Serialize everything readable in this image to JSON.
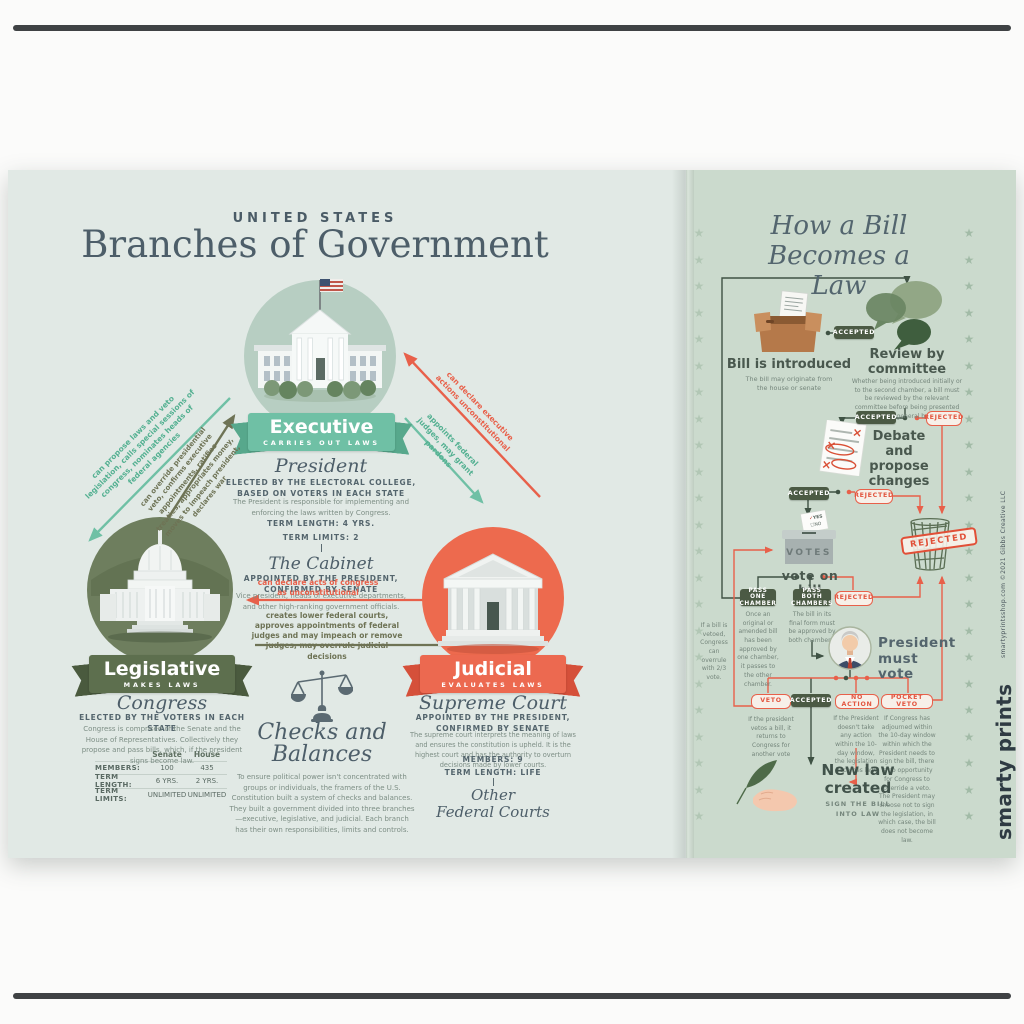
{
  "colors": {
    "teal": "#6fc0a5",
    "olive_green": "#5d6f4e",
    "orange_red": "#ec6950",
    "forest_pill": "#4b5a44",
    "ink": "#4d5e69",
    "red_line": "#e8604a",
    "left_panel_bg": "#e1e9e5",
    "right_panel_bg": "#cbdacd"
  },
  "left": {
    "kicker": "UNITED STATES",
    "title": "Branches of Government",
    "executive": {
      "name": "Executive",
      "tagline": "CARRIES OUT LAWS",
      "head_title": "President",
      "head_elected": "ELECTED BY THE ELECTORAL COLLEGE, BASED ON VOTERS IN EACH STATE",
      "head_desc": "The President is responsible for implementing and enforcing the laws written by Congress.",
      "term_length": "TERM LENGTH: 4 YRS.",
      "term_limits": "TERM LIMITS: 2",
      "cabinet_title": "The Cabinet",
      "cabinet_appointed": "APPOINTED BY THE PRESIDENT, CONFIRMED BY SENATE",
      "cabinet_desc": "Vice president, heads of executive departments, and other high-ranking government officials."
    },
    "legislative": {
      "name": "Legislative",
      "tagline": "MAKES LAWS",
      "head_title": "Congress",
      "head_elected": "ELECTED BY THE VOTERS IN EACH STATE",
      "head_desc": "Congress is comprised of the Senate and the House of Representatives. Collectively they propose and pass bills, which, if the president signs become law.",
      "table": {
        "col1": "Senate",
        "col2": "House",
        "rows": [
          {
            "label": "MEMBERS:",
            "senate": "100",
            "house": "435"
          },
          {
            "label": "TERM LENGTH:",
            "senate": "6 YRS.",
            "house": "2 YRS."
          },
          {
            "label": "TERM LIMITS:",
            "senate": "UNLIMITED",
            "house": "UNLIMITED"
          }
        ]
      }
    },
    "judicial": {
      "name": "Judicial",
      "tagline": "EVALUATES LAWS",
      "head_title": "Supreme Court",
      "head_appointed": "APPOINTED BY THE PRESIDENT, CONFIRMED BY SENATE",
      "head_desc": "The supreme court interprets the meaning of laws and ensures the constitution is upheld. It is the highest court and has the authority to overturn decisions made by lower courts.",
      "members": "MEMBERS: 9",
      "term_length": "TERM LENGTH: LIFE",
      "other_line1": "Other",
      "other_line2": "Federal Courts"
    },
    "checks": {
      "title_line1": "Checks and",
      "title_line2": "Balances",
      "desc": "To ensure political power isn't concentrated with groups or individuals, the framers of the U.S. Constitution built a system of checks and balances. They built a government divided into three branches—executive, legislative, and judicial. Each branch has their own responsibilities, limits and controls."
    },
    "arrows": {
      "exec_to_leg": "can propose laws and veto legislation, calls special sessions of congress, nominates heads of federal agencies",
      "leg_to_exec": "can override presidential veto, confirms executive appointments, ratifies treaties, appropriates money, moves to impeach president, declares war",
      "jud_to_exec": "can declare executive actions unconstitutional",
      "exec_to_jud": "appoints federal judges, may grant pardons",
      "jud_to_leg": "can declare acts of congress as unconstitutional",
      "leg_to_jud": "creates lower federal courts, approves appointments of federal judges and may impeach or remove judges, may overrule judicial decisions"
    }
  },
  "right": {
    "title_line1": "How a Bill",
    "title_line2": "Becomes a Law",
    "pills": {
      "accepted": "ACCEPTED",
      "rejected": "REJECTED"
    },
    "steps": {
      "introduced": {
        "title": "Bill is introduced",
        "desc": "The bill may originate from the house or senate"
      },
      "review": {
        "title": "Review by committee",
        "desc": "Whether being introduced initially or to the second chamber, a bill must be reviewed by the relevant committee before being presented to the general body."
      },
      "debate": {
        "title": "Debate and propose changes"
      },
      "vote": {
        "title": "vote on bill",
        "box_label": "VOTES",
        "ballot_yes": "YES",
        "ballot_no": "NO"
      },
      "pass_one": {
        "label": "PASS ONE CHAMBER",
        "desc": "Once an original or amended bill has been approved by one chamber, it passes to the other chamber."
      },
      "pass_both": {
        "label": "PASS BOTH CHAMBERS",
        "desc": "The bill in its final form must be approved by both chambers."
      },
      "president": {
        "title": "President must vote"
      },
      "overrule_note": "If a bill is vetoed, Congress can overrule with 2/3 vote.",
      "veto": {
        "label": "VETO",
        "desc": "If the president vetos a bill, it returns to Congress for another vote"
      },
      "no_action": {
        "label": "NO ACTION",
        "desc": "If the President doesn't take any action within the 10-day window, the legislation becomes law."
      },
      "pocket_veto": {
        "label": "POCKET VETO",
        "desc": "If Congress has adjourned within the 10-day window within which the President needs to sign the bill, there is no opportunity for Congress to override a veto. The President may choose not to sign the legislation, in which case, the bill does not become law."
      },
      "new_law": {
        "title": "New law created",
        "desc": "SIGN THE BILL INTO LAW"
      },
      "rejected_stamp": "REJECTED"
    }
  },
  "branding": {
    "name": "smarty prints",
    "credit": "smartyprintsshop.com ©2021 Gibbs Creative LLC"
  }
}
